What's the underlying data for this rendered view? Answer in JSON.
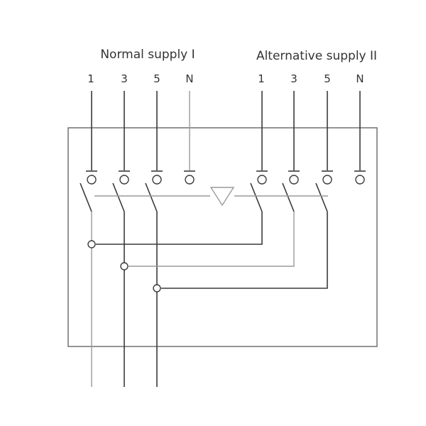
{
  "diagram": {
    "groups": [
      {
        "title": "Normal supply I",
        "terminals": [
          "1",
          "3",
          "5",
          "N"
        ]
      },
      {
        "title": "Alternative supply II",
        "terminals": [
          "1",
          "3",
          "5",
          "N"
        ]
      }
    ]
  }
}
